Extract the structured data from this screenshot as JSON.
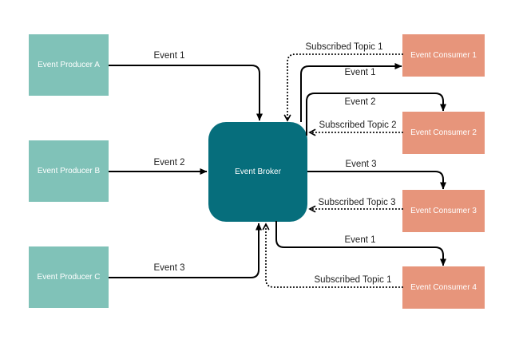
{
  "diagram": {
    "colors": {
      "background": "#ffffff",
      "producer_fill": "#80C2B8",
      "consumer_fill": "#E7957B",
      "broker_fill": "#066E7C",
      "node_text": "#ffffff",
      "edge_line": "#000000",
      "edge_label_text": "#212121"
    },
    "producers": [
      {
        "label": "Event Producer A"
      },
      {
        "label": "Event Producer B"
      },
      {
        "label": "Event Producer C"
      }
    ],
    "broker": {
      "label": "Event Broker"
    },
    "consumers": [
      {
        "label": "Event Consumer 1"
      },
      {
        "label": "Event Consumer 2"
      },
      {
        "label": "Event Consumer 3"
      },
      {
        "label": "Event Consumer 4"
      }
    ],
    "edges": [
      {
        "label": "Event 1",
        "style": "solid",
        "from": "Event Producer A",
        "to": "Event Broker"
      },
      {
        "label": "Event 2",
        "style": "solid",
        "from": "Event Producer B",
        "to": "Event Broker"
      },
      {
        "label": "Event 3",
        "style": "solid",
        "from": "Event Producer C",
        "to": "Event Broker"
      },
      {
        "label": "Subscribed Topic 1",
        "style": "dotted",
        "from": "Event Consumer 1",
        "to": "Event Broker"
      },
      {
        "label": "Event 1",
        "style": "solid",
        "from": "Event Broker",
        "to": "Event Consumer 1"
      },
      {
        "label": "Event 2",
        "style": "solid",
        "from": "Event Broker",
        "to": "Event Consumer 2"
      },
      {
        "label": "Subscribed Topic 2",
        "style": "dotted",
        "from": "Event Consumer 2",
        "to": "Event Broker"
      },
      {
        "label": "Event 3",
        "style": "solid",
        "from": "Event Broker",
        "to": "Event Consumer 3"
      },
      {
        "label": "Subscribed Topic 3",
        "style": "dotted",
        "from": "Event Consumer 3",
        "to": "Event Broker"
      },
      {
        "label": "Event 1",
        "style": "solid",
        "from": "Event Broker",
        "to": "Event Consumer 4"
      },
      {
        "label": "Subscribed Topic 1",
        "style": "dotted",
        "from": "Event Consumer 4",
        "to": "Event Broker"
      }
    ]
  }
}
